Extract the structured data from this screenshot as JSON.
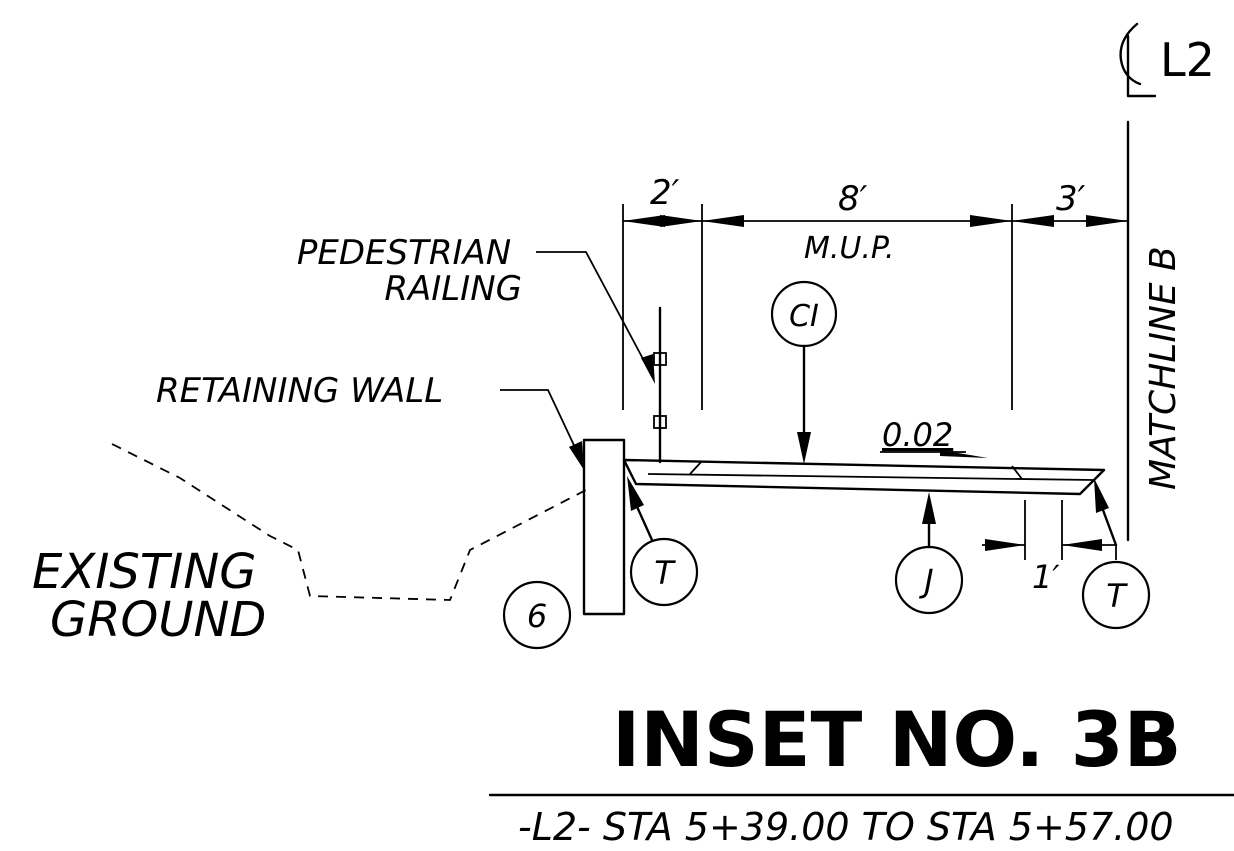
{
  "centerline": {
    "symbol": "℄",
    "label": "L2"
  },
  "dimensions": {
    "d1": "2′",
    "d2": "8′",
    "d3": "3′",
    "d4": "1′"
  },
  "mup_label": "M.U.P.",
  "matchline_label": "MATCHLINE B",
  "slope_label": "0.02",
  "callouts": {
    "pedestrian_railing": [
      "PEDESTRIAN",
      "RAILING"
    ],
    "retaining_wall": "RETAINING WALL",
    "existing_ground": [
      "EXISTING",
      "GROUND"
    ]
  },
  "bubbles": {
    "ci": "CI",
    "t_left": "T",
    "j": "J",
    "t_right": "T",
    "six": "6"
  },
  "title": "INSET NO. 3B",
  "subtitle": "-L2- STA 5+39.00 TO STA 5+57.00"
}
